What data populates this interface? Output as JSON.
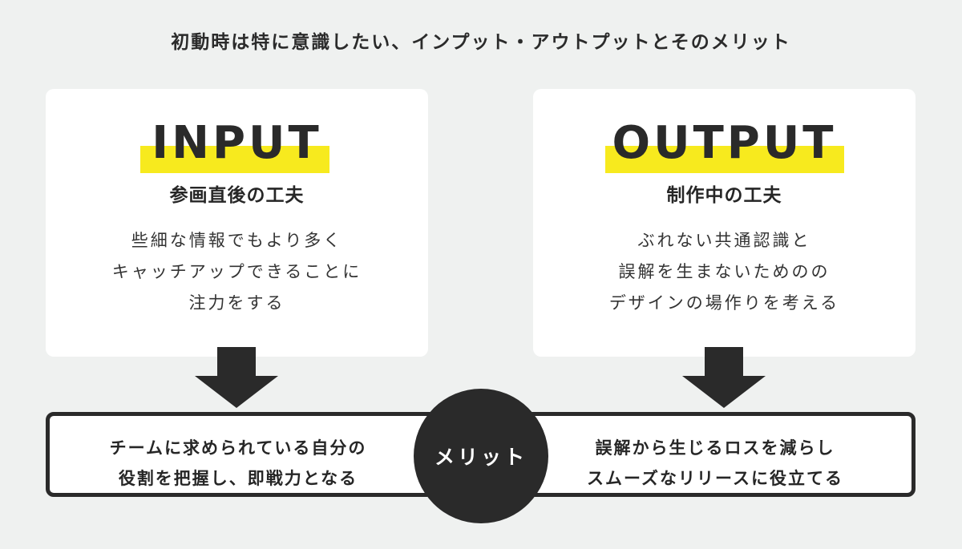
{
  "title": "初動時は特に意識したい、インプット・アウトプットとそのメリット",
  "input_card": {
    "heading": "INPUT",
    "subtitle": "参画直後の工夫",
    "lines": [
      "些細な情報でもより多く",
      "キャッチアップできることに",
      "注力をする"
    ]
  },
  "output_card": {
    "heading": "OUTPUT",
    "subtitle": "制作中の工夫",
    "lines": [
      "ぶれない共通認識と",
      "誤解を生まないためのの",
      "デザインの場作りを考える"
    ]
  },
  "merit": {
    "label": "メリット",
    "left_lines": [
      "チームに求められている自分の",
      "役割を把握し、即戦力となる"
    ],
    "right_lines": [
      "誤解から生じるロスを減らし",
      "スムーズなリリースに役立てる"
    ]
  },
  "colors": {
    "background": "#eff1f0",
    "highlight": "#f7ea1e",
    "dark": "#2a2a2a"
  }
}
